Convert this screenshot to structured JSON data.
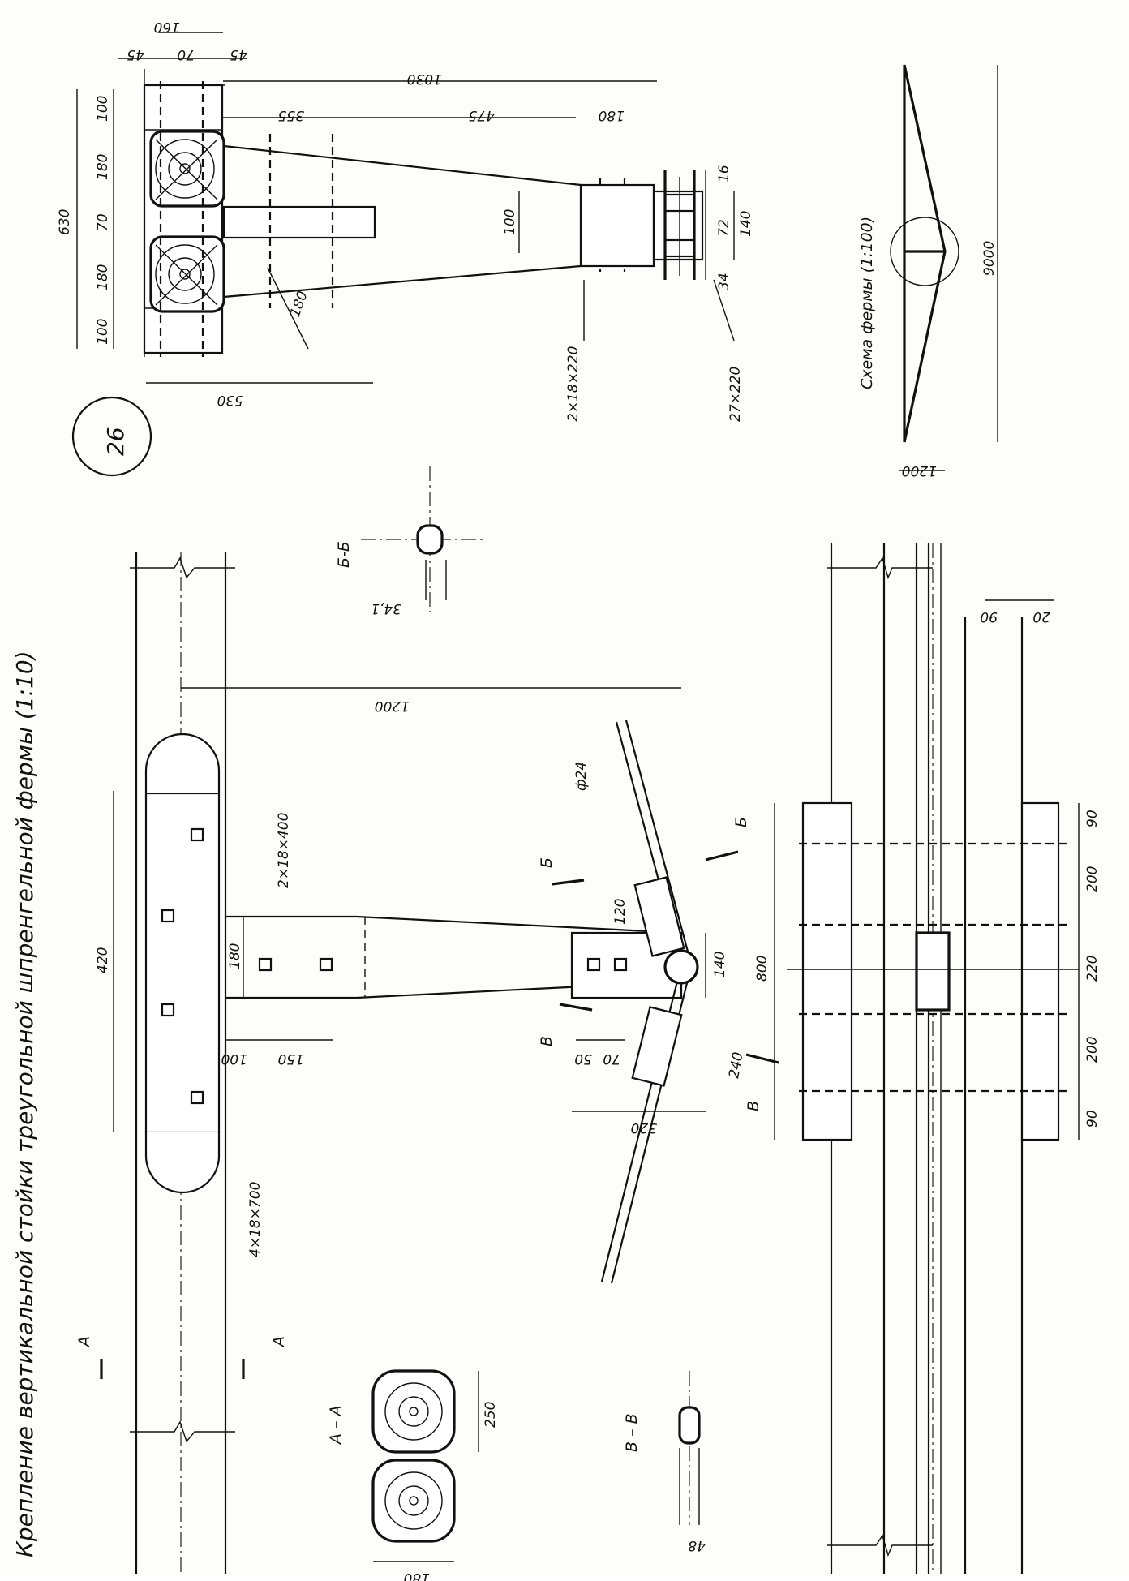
{
  "title": "Крепление  вертикальной  стойки  треугольной  шпренгельной  фермы (1:10)",
  "sheet_number": "26",
  "scheme": {
    "caption": "Схема  фермы (1:100)",
    "span": "9000",
    "height": "1200"
  },
  "section_marks": {
    "aa": "А",
    "bb": "Б",
    "vv": "В"
  },
  "section_titles": {
    "aa": "А – А",
    "bb": "Б-Б",
    "vv": "В – В"
  },
  "labels": {
    "bolts_4x18x700": "4×18×700",
    "bolts_2x18x400": "2×18×400",
    "bolts_2x18x220": "2×18×220",
    "bolt_27x220": "27×220",
    "rod_dia": "ф24"
  },
  "dims_top_view": {
    "d160": "160",
    "d45a": "45",
    "d70": "70",
    "d45b": "45",
    "d1030": "1030",
    "d355": "355",
    "d475": "475",
    "d180": "180",
    "d630": "630",
    "d100a": "100",
    "d180a": "180",
    "d70b": "70",
    "d180b": "180",
    "d100b": "100",
    "d180c": "180",
    "d530": "530",
    "d100c": "100",
    "d16": "16",
    "d72": "72",
    "d140": "140",
    "d34": "34"
  },
  "dims_side_view": {
    "d1200": "1200",
    "d420": "420",
    "d180": "180",
    "d100": "100",
    "d150": "150",
    "d120": "120",
    "d140": "140",
    "d70": "70",
    "d50": "50",
    "d240": "240",
    "d320": "320",
    "d341": "34,1"
  },
  "dims_plan_view": {
    "d90a": "90",
    "d20": "20",
    "d800": "800",
    "d90b": "90",
    "d200a": "200",
    "d220": "220",
    "d200b": "200",
    "d90c": "90"
  },
  "dims_sections": {
    "d250": "250",
    "d180": "180",
    "d48": "48"
  }
}
